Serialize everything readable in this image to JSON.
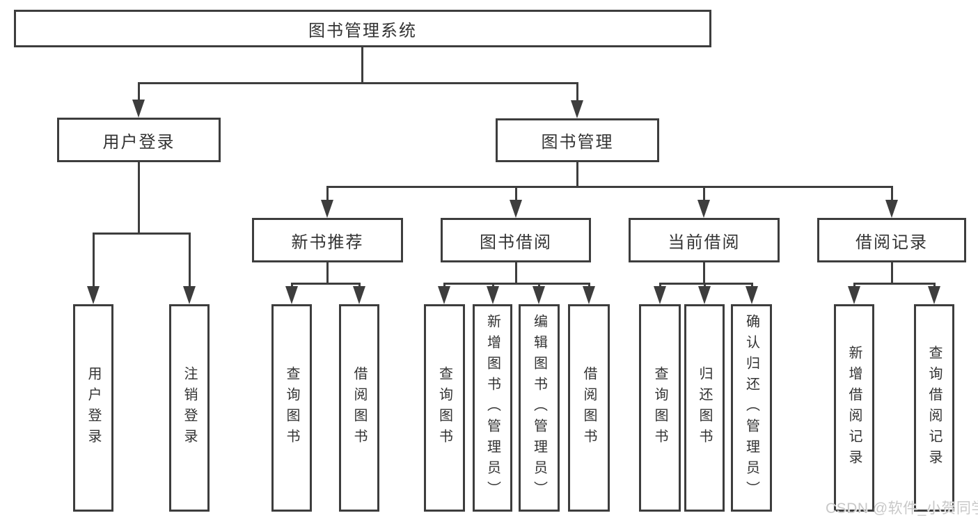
{
  "colors": {
    "line": "#3d3d3d",
    "box_border": "#3d3d3d",
    "text": "#333333",
    "background": "#ffffff",
    "watermark_text": "#c8c8c8"
  },
  "watermark": {
    "text": "CSDN @软件_小贺同学"
  },
  "tree": {
    "root": "图书管理系统",
    "branches": [
      {
        "label": "用户登录",
        "leaves": [
          "用户登录",
          "注销登录"
        ]
      },
      {
        "label": "图书管理",
        "sections": [
          {
            "label": "新书推荐",
            "leaves": [
              "查询图书",
              "借阅图书"
            ]
          },
          {
            "label": "图书借阅",
            "leaves": [
              "查询图书",
              "新增图书（管理员）",
              "编辑图书（管理员）",
              "借阅图书"
            ]
          },
          {
            "label": "当前借阅",
            "leaves": [
              "查询图书",
              "归还图书",
              "确认归还（管理员）"
            ]
          },
          {
            "label": "借阅记录",
            "leaves": [
              "新增借阅记录",
              "查询借阅记录"
            ]
          }
        ]
      }
    ]
  }
}
